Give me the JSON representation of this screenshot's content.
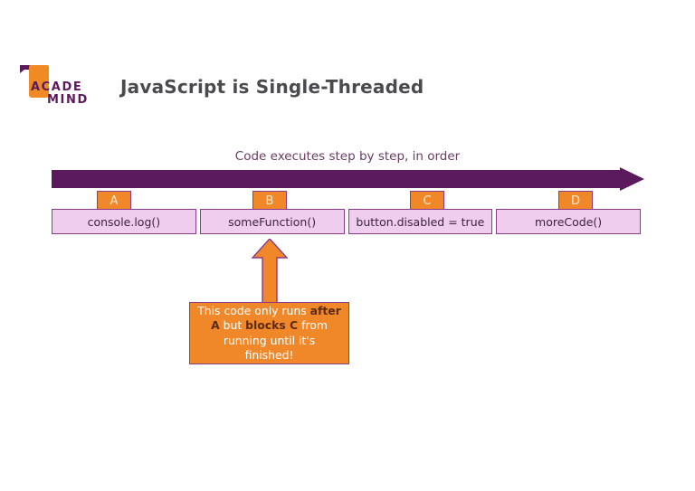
{
  "logo": {
    "line1": "ACADE",
    "line2": "MIND",
    "mark_color": "#F08A24",
    "flag_color": "#5B1A5B",
    "text_color": "#5B1A5B"
  },
  "header": {
    "title": "JavaScript is Single-Threaded",
    "title_color": "#4A4A4F"
  },
  "diagram": {
    "subtitle": "Code executes step by step, in order",
    "subtitle_color": "#6B3A63",
    "arrow_color": "#5B1A5B",
    "box_fill": "#EFCDEF",
    "box_border": "#8C3A8C",
    "badge_fill": "#F0882A",
    "steps": [
      {
        "badge": "A",
        "code": "console.log()"
      },
      {
        "badge": "B",
        "code": "someFunction()"
      },
      {
        "badge": "C",
        "code": "button.disabled = true"
      },
      {
        "badge": "D",
        "code": "moreCode()"
      }
    ]
  },
  "callout": {
    "pointer_color": "#F0882A",
    "fill": "#F0882A",
    "border": "#8C3A8C",
    "segments": [
      {
        "text": "This code only runs ",
        "bold": false
      },
      {
        "text": "after A",
        "bold": true
      },
      {
        "text": " but ",
        "bold": false
      },
      {
        "text": "blocks C",
        "bold": true
      },
      {
        "text": " from running until it's finished!",
        "bold": false
      }
    ],
    "plain_text": "This code only runs after A but blocks C from running until it's finished!"
  }
}
